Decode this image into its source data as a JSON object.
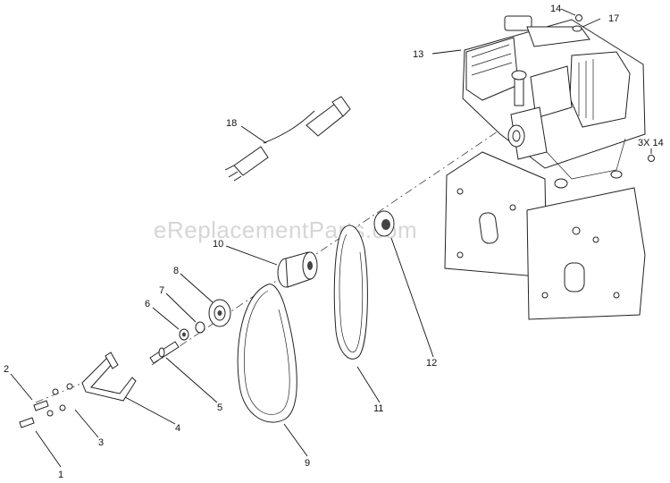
{
  "watermark": "eReplacementParts.com",
  "callouts": [
    {
      "id": "c1",
      "text": "1"
    },
    {
      "id": "c2",
      "text": "2"
    },
    {
      "id": "c3",
      "text": "3"
    },
    {
      "id": "c4",
      "text": "4"
    },
    {
      "id": "c5",
      "text": "5"
    },
    {
      "id": "c6",
      "text": "6"
    },
    {
      "id": "c7",
      "text": "7"
    },
    {
      "id": "c8",
      "text": "8"
    },
    {
      "id": "c9",
      "text": "9"
    },
    {
      "id": "c10",
      "text": "10"
    },
    {
      "id": "c11",
      "text": "11"
    },
    {
      "id": "c12",
      "text": "12"
    },
    {
      "id": "c13",
      "text": "13"
    },
    {
      "id": "c14a",
      "text": "14"
    },
    {
      "id": "c14b",
      "text": "3X 14"
    },
    {
      "id": "c17",
      "text": "17"
    },
    {
      "id": "c18",
      "text": "18"
    }
  ]
}
